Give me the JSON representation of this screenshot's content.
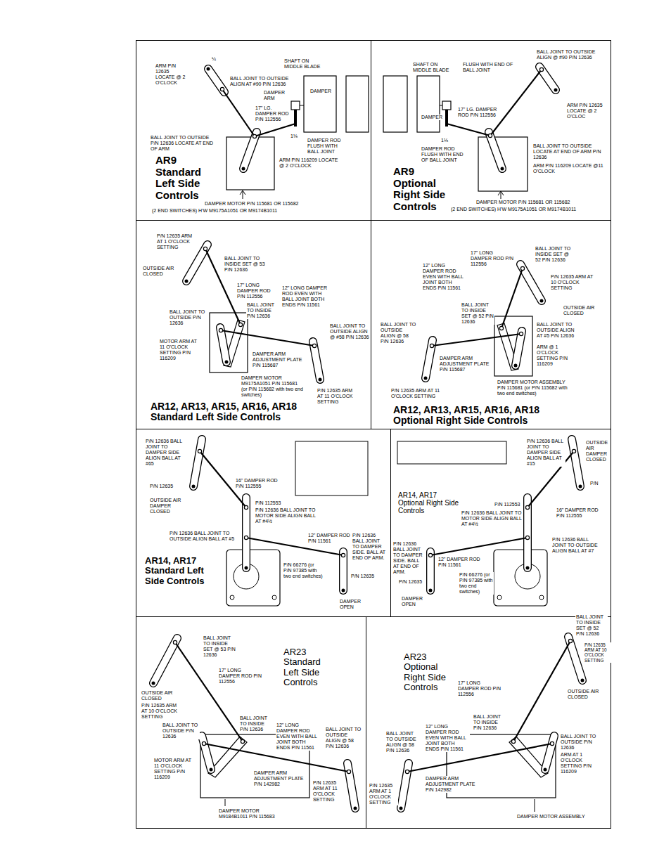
{
  "diagram": {
    "nodes": [
      {
        "text": [
          "AR9 Standard Left Side Controls"
        ]
      },
      {
        "text": [
          "AR9 Optional Right Side Controls"
        ]
      },
      {
        "text": [
          "AR12, AR13, AR15, AR16, AR18 Standard Left Side Controls"
        ]
      },
      {
        "text": [
          "AR12, AR13, AR15, AR16, AR18 Optional Right Side Controls"
        ]
      },
      {
        "text": [
          "AR14, AR17 Standard Left Side Controls"
        ]
      },
      {
        "text": [
          "AR14, AR17 Optional Right Side Controls"
        ]
      },
      {
        "text": [
          "AR23 Standard Left Side Controls"
        ]
      },
      {
        "text": [
          "AR23 Optional Right Side Controls"
        ]
      }
    ],
    "labels": [
      "ARM P/N 12635 LOCATE @ 2 O'CLOCK",
      "¼",
      "SHAFT ON MIDDLE BLADE",
      "BALL JOINT TO OUTSIDE ALIGN AT #90 P/N 12636",
      "DAMPER ARM",
      "DAMPER",
      "17\" LG. DAMPER ROD P/N 112556",
      "1⅛",
      "BALL JOINT TO OUTSIDE P/N 12636 LOCATE AT END OF ARM",
      "DAMPER ROD FLUSH WITH BALL JOINT",
      "ARM P/N 116209 LOCATE @ 2 O'CLOCK",
      "DAMPER MOTOR P/N 115681 OR 115682",
      "(2 END SWITCHES) H'W M9175A1051 OR M9174B1011",
      "SHAFT ON MIDDLE BLADE",
      "FLUSH WITH END OF BALL JOINT",
      "BALL JOINT TO OUTSIDE ALIGN @ #90 P/N 12636",
      "ARM P/N 12635 LOCATE @ 2 O'CLOC",
      "DAMPER",
      "17\" LG. DAMPER ROD P/N 112556",
      "1⅛",
      "DAMPER ROD FLUSH WITH END OF BALL JOINT",
      "BALL JOINT TO OUTSIDE LOCATE AT END OF ARM P/N 12636",
      "ARM P/N 116209 LOCATE @11 O'CLOCK",
      "DAMPER MOTOR P/N 115681 OR 115682",
      "(2 END SWITCHES) H'W M9175A1051 OR M9174B1011",
      "P/N 12635 ARM AT 1 O'CLOCK SETTING",
      "OUTSIDE AIR CLOSED",
      "BALL JOINT TO INSIDE SET @ 53 P/N 12636",
      "17\" LONG DAMPER ROD P/N 112556",
      "12\" LONG DAMPER ROD EVEN WITH BALL JOINT BOTH ENDS P/N 11561",
      "BALL JOINT TO INSIDE P/N 12636",
      "BALL JOINT TO OUTSIDE P/N 12636",
      "BALL JOINT TO OUTSIDE ALIGN @ #58 P/N 12636",
      "MOTOR ARM AT 11 O'CLOCK SETTING P/N 116209",
      "DAMPER ARM ADJUSTMENT PLATE P/N 115687",
      "DAMPER MOTOR M9175A1051 P/N 115681 (or P/N 115682 with two end switches)",
      "P/N 12635 ARM AT 11 O'CLOCK SETTING",
      "17\" LONG DAMPER ROD P/N 112556",
      "BALL JOINT TO INSIDE SET @ 52 P/N 12636",
      "12\" LONG DAMPER ROD EVEN WITH BALL JOINT BOTH ENDS P/N 11561",
      "P/N 12635 ARM AT 10 O'CLOCK SETTING",
      "OUTSIDE AIR CLOSED",
      "BALL JOINT TO INSIDE SET @ 52 P/N 12636",
      "BALL JOINT TO OUTSIDE ALIGN @ 58 P/N 12636",
      "BALL JOINT TO OUTSIDE ALIGN AT #5 P/N 12636",
      "ARM @ 1 O'CLOCK SETTING P/N 116209",
      "DAMPER ARM ADJUSTMENT PLATE P/N 115687",
      "DAMPER MOTOR ASSEMBLY P/N 115681 (or P/N 115682 with two end switches)",
      "P/N 12635 ARM AT 11 O'CLOCK SETTING",
      "P/N 12636 BALL JOINT TO DAMPER SIDE ALIGN BALL AT #65",
      "P/N 12635",
      "16\" DAMPER ROD P/N 112555",
      "OUTSIDE AIR DAMPER CLOSED",
      "P/N 112553",
      "P/N 12636 BALL JOINT TO MOTOR SIDE ALIGN BALL AT #4½",
      "P/N 12636 BALL JOINT TO OUTSIDE ALIGN BALL AT #5",
      "12\" DAMPER ROD P/N 11561",
      "P/N 12636 BALL JOINT TO DAMPER SIDE. BALL AT END OF ARM.",
      "P/N 66276 (or P/N 97385 with two end switches)",
      "P/N 12635",
      "DAMPER OPEN",
      "P/N 12636 BALL JOINT TO DAMPER SIDE ALIGN BALL AT #15",
      "OUTSIDE AIR DAMPER CLOSED",
      "P/N",
      "P/N 112553",
      "16\" DAMPER ROD P/N 112555",
      "P/N 12636 BALL JOINT TO MOTOR SIDE ALIGN BALL AT #4½",
      "12\" DAMPER ROD P/N 11561",
      "P/N 12636 BALL JOINT TO OUTSIDE ALIGN BALL AT #7",
      "P/N 12636 BALL JOINT TO DAMPER SIDE. BALL AT END OF ARM.",
      "P/N 66276 (or P/N 97385 with two end switches)",
      "P/N 12635",
      "DAMPER OPEN",
      "BALL JOINT TO INSIDE SET @ 53 P/N 12636",
      "17\" LONG DAMPER ROD P/N 112556",
      "OUTSIDE AIR CLOSED",
      "P/N 12635 ARM AT 10 O'CLOCK SETTING",
      "BALL JOINT TO OUTSIDE P/N 12636",
      "BALL JOINT TO INSIDE P/N 12636",
      "12\" LONG DAMPER ROD EVEN WITH BALL JOINT BOTH ENDS P/N 11561",
      "BALL JOINT TO OUTSIDE ALIGN @ 58 P/N 12636",
      "MOTOR ARM AT 11 O'CLOCK SETTING P/N 116209",
      "DAMPER ARM ADJUSTMENT PLATE P/N 142982",
      "P/N 12635 ARM AT 11 O'CLOCK SETTING",
      "DAMPER MOTOR M9184B1011 P/N 115683",
      "BALL JOINT TO INSIDE SET @ 52 P/N 12636",
      "P/N 12635 ARM AT 10 O'CLOCK SETTING",
      "17\" LONG DAMPER ROD P/N 112556",
      "OUTSIDE AIR CLOSED",
      "BALL JOINT TO INSIDE P/N 12636",
      "BALL JOINT TO OUTSIDE ALIGN @ 58 P/N 12636",
      "12\" LONG DAMPER ROD EVEN WITH BALL JOINT BOTH ENDS P/N 11561",
      "BALL JOINT TO OUTSIDE P/N 12636",
      "ARM AT 1 O'CLOCK SETTING P/N 116209",
      "DAMPER ARM ADJUSTMENT PLATE P/N 142982",
      "P/N 12635 ARM AT 1 O'CLOCK SETTING",
      "DAMPER MOTOR ASSEMBLY"
    ]
  }
}
